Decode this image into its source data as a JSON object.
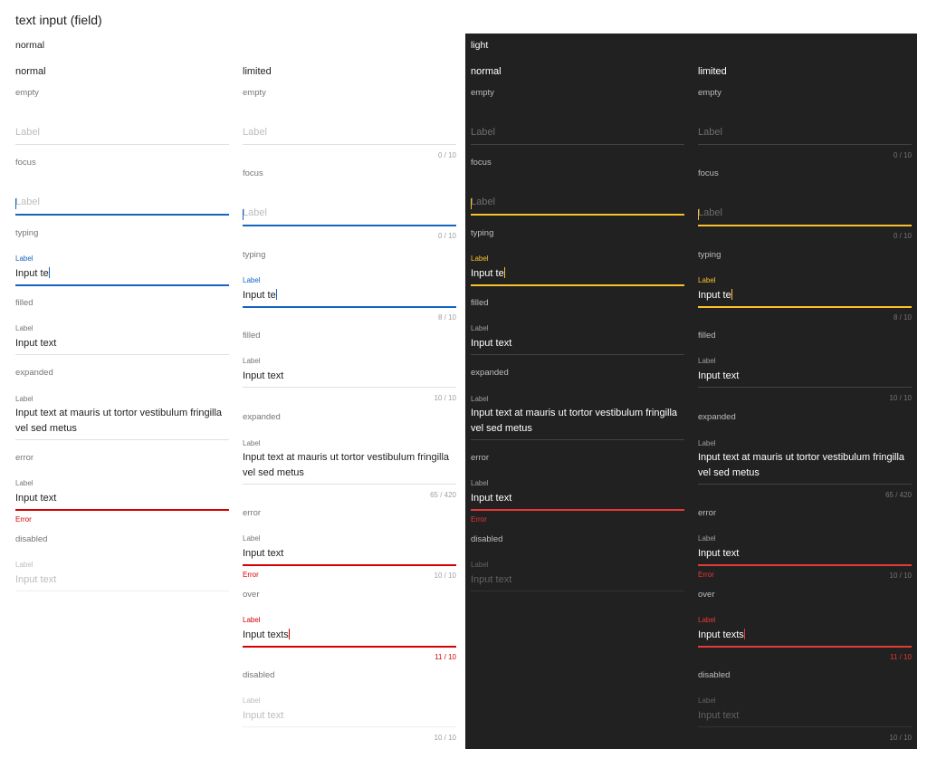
{
  "page_title": "text input (field)",
  "sections": {
    "normal": "normal",
    "light": "light"
  },
  "columns": {
    "normal": "normal",
    "limited": "limited"
  },
  "states": {
    "empty": "empty",
    "focus": "focus",
    "typing": "typing",
    "filled": "filled",
    "expanded": "expanded",
    "error": "error",
    "over": "over",
    "disabled": "disabled"
  },
  "field": {
    "label": "Label",
    "placeholder": "Label",
    "typing_value": "Input te",
    "filled_value": "Input text",
    "expanded_value": "Input text at mauris ut tortor vestibulum fringilla vel sed metus",
    "over_value": "Input texts",
    "error_message": "Error"
  },
  "counters": {
    "empty": "0 / 10",
    "focus": "0 / 10",
    "typing": "8 / 10",
    "filled": "10 / 10",
    "expanded": "65 / 420",
    "error": "10 / 10",
    "over": "11 / 10",
    "disabled": "10 / 10"
  },
  "colors": {
    "focus_light_theme": "#1565c0",
    "focus_dark_theme": "#fbc02d",
    "error": "#d50000",
    "dark_background": "#212121"
  }
}
